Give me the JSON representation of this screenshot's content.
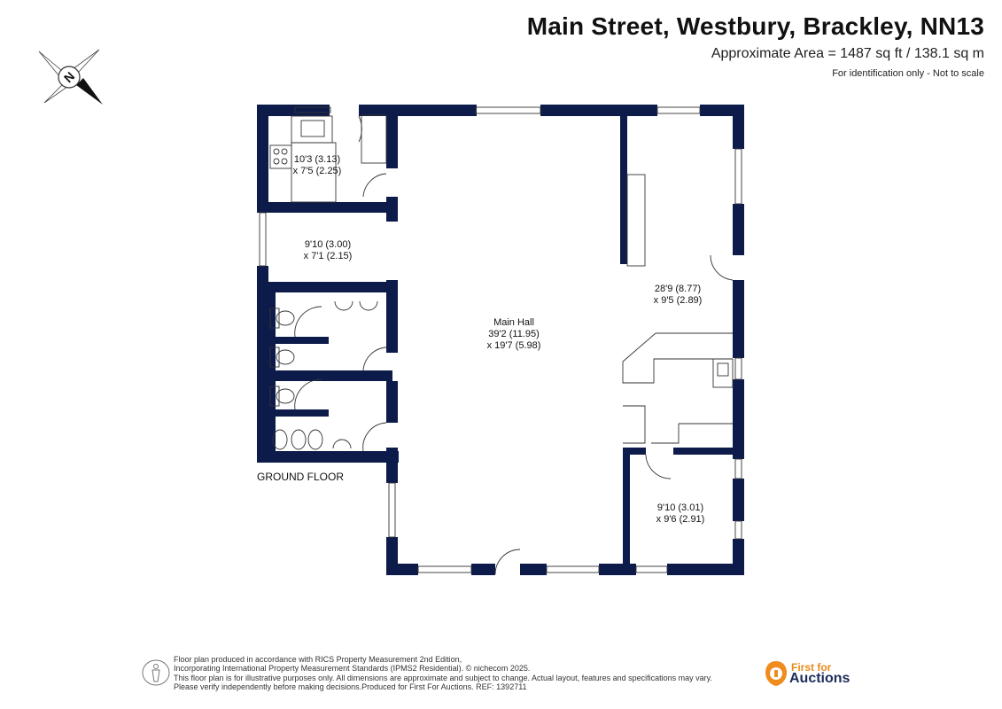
{
  "header": {
    "title": "Main Street, Westbury, Brackley, NN13",
    "area": "Approximate Area = 1487 sq ft / 138.1 sq m",
    "note": "For identification only - Not to scale"
  },
  "compass": {
    "letter": "N"
  },
  "floor_label": "GROUND FLOOR",
  "rooms": {
    "kitchen": {
      "line1": "10'3 (3.13)",
      "line2": "x 7'5 (2.25)"
    },
    "store": {
      "line1": "9'10 (3.00)",
      "line2": "x 7'1 (2.15)"
    },
    "main_hall": {
      "name": "Main Hall",
      "line1": "39'2 (11.95)",
      "line2": "x 19'7 (5.98)"
    },
    "east_room": {
      "line1": "28'9 (8.77)",
      "line2": "x 9'5 (2.89)"
    },
    "south_room": {
      "line1": "9'10 (3.01)",
      "line2": "x 9'6 (2.91)"
    }
  },
  "footer": {
    "disclaimer": [
      "Floor plan produced in accordance with RICS Property Measurement 2nd Edition,",
      "Incorporating International Property Measurement Standards (IPMS2 Residential).  © nichecom 2025.",
      "This floor plan is for illustrative purposes only. All dimensions are approximate and subject to change. Actual layout, features and specifications may vary.",
      "Please verify independently before making decisions.Produced for First For Auctions.  REF:  1392711"
    ],
    "logo_small": "First for",
    "logo_big": "Auctions"
  },
  "colors": {
    "wall": "#0d1b4b",
    "logo_orange": "#f08c1e",
    "logo_navy": "#1d2d5c"
  }
}
